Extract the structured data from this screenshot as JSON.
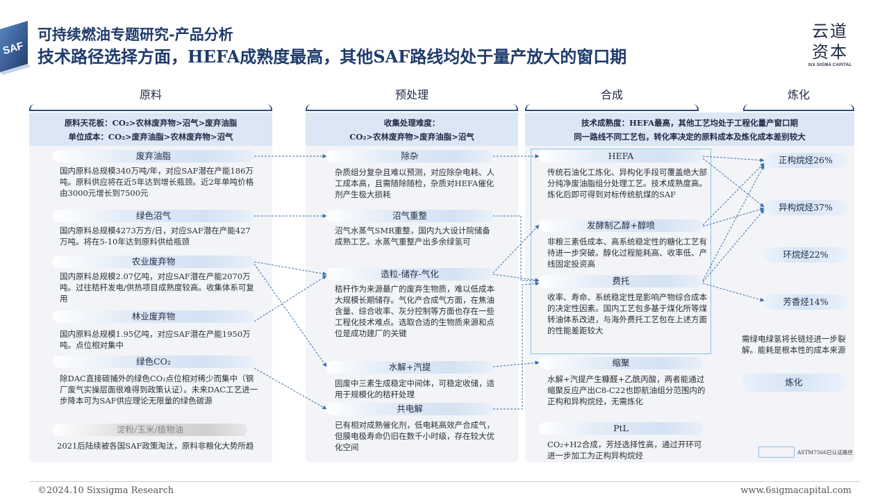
{
  "header": {
    "subtitle": "可持续燃油专题研究-产品分析",
    "title": "技术路径选择方面，HEFA成熟度最高，其他SAF路线均处于量产放大的窗口期",
    "badge_text": "SAF",
    "brand_cn_1": "云道",
    "brand_cn_2": "资本",
    "brand_en": "SIX SIGMA CAPITAL"
  },
  "columns": {
    "raw": "原料",
    "pre": "预处理",
    "syn": "合成",
    "ref": "炼化"
  },
  "raw": {
    "header_1": "原料天花板：CO₂>农林废弃物>沼气>废弃油脂",
    "header_2": "单位成本：CO₂>废弃油脂>农林废弃物>沼气",
    "items": [
      {
        "label": "废弃油脂",
        "text": "国内原料总规模340万吨/年，对应SAF潜在产能186万吨。原料供应将在近5年达到增长瓶颈。近2年单吨价格由3000元增长到7500元"
      },
      {
        "label": "绿色沼气",
        "text": "国内原料总规模4273万方/日，对应SAF潜在产能427万吨。将在5-10年达到原料供给瓶颈"
      },
      {
        "label": "农业废弃物",
        "text": "国内原料总规模2.07亿吨，对应SAF潜在产能2070万吨。过往秸秆发电/供热项目成熟度较高。收集体系可复用"
      },
      {
        "label": "林业废弃物",
        "text": "国内原料总规模1.95亿吨，对应SAF潜在产能1950万吨。点位相对集中"
      },
      {
        "label": "绿色CO₂",
        "text": "除DAC直接碳捕外的绿色CO₂点位相对稀少而集中（钢厂废气实操层面很难得到政策认证）。未来DAC工艺进一步降本可为SAF供应理论无限量的绿色碳源"
      },
      {
        "label": "淀粉/玉米/植物油",
        "text": "2021后陆续被各国SAF政策淘汰，原料非粮化大势所趋"
      }
    ]
  },
  "pre": {
    "header_1": "收集处理难度：",
    "header_2": "CO₂>农林废弃物>废弃油脂>沼气",
    "items": [
      {
        "label": "除杂",
        "text": "杂质组分复杂且难以预测，对应除杂电耗、人工成本高，且需随除随检，杂质对HEFA催化剂产生极大损耗"
      },
      {
        "label": "沼气重整",
        "text": "沼气水蒸气SMR重整，国内九大设计院储备成熟工艺。水蒸气重整产出多余绿氢可"
      },
      {
        "label": "造粒-储存-气化",
        "text": "秸秆作为来源最广的废弃生物质，难以低成本大规模长期储存。气化产合成气方面，在焦油含量、综合收率、灰分控制等方面也存在一些工程化技术难点。选取合适的生物质来源和点位是成功建厂的关键"
      },
      {
        "label": "水解+汽提",
        "text": "固废中三素生成稳定中间体，可稳定收储，适用于规模化的秸秆处理"
      },
      {
        "label": "共电解",
        "text": "已有相对成熟催化剂，低电耗高效产合成气，但膜电极寿命仍旧在数千小时级，存在较大优化空间"
      }
    ]
  },
  "syn": {
    "header_1": "技术成熟度：HEFA最高，其他工艺均处于工程化量产窗口期",
    "header_2": "同一路线不同工艺包，转化率决定的原料成本及炼化成本差别较大",
    "items": [
      {
        "label": "HEFA",
        "text": "传统石油化工炼化、异构化手段可覆盖绝大部分纯净废油脂组分处理工艺。技术成熟度高。炼化后即可得到对标传统航煤的SAF"
      },
      {
        "label": "发酵制乙醇+醇喷",
        "text": "非粮三素低成本、高系统稳定性的糖化工艺有待进一步突破。醇化过程能耗高、收率低、产线固定投资高"
      },
      {
        "label": "费托",
        "text": "收率、寿命、系统稳定性是影响产物综合成本的决定性因素。国内工艺包多基于煤化所等煤转油体系改进，与海外费托工艺包在上述方面的性能差距较大"
      },
      {
        "label": "缩聚",
        "text": "水解+汽提产生糠醛+乙酰丙酸，两者能通过缩聚反应产出C8-C22也即航油组分范围内的正构和异构烷烃，无需炼化"
      },
      {
        "label": "PtL",
        "text": "CO₂+H2合成，芳烃选择性高，通过开环可进一步加工为正构异构烷烃"
      }
    ]
  },
  "ref": {
    "outputs": [
      "正构烷烃26%",
      "异构烷烃37%",
      "环烷烃22%",
      "芳香烃14%"
    ],
    "note": "需绿电绿氢将长链烃进一步裂解。能耗是根本性的成本来源",
    "label": "炼化"
  },
  "legend": {
    "text": "ASTM7566已认证路径"
  },
  "footer": {
    "left": "©2024.10 Sixsigma Research",
    "right": "www.6sigmacapital.com"
  },
  "colors": {
    "navy": "#1f3a6b",
    "light_blue": "#dbe7f4",
    "panel": "#f3f4f7",
    "arrow": "#3a6fb0",
    "certified": "#8bbfe0"
  }
}
